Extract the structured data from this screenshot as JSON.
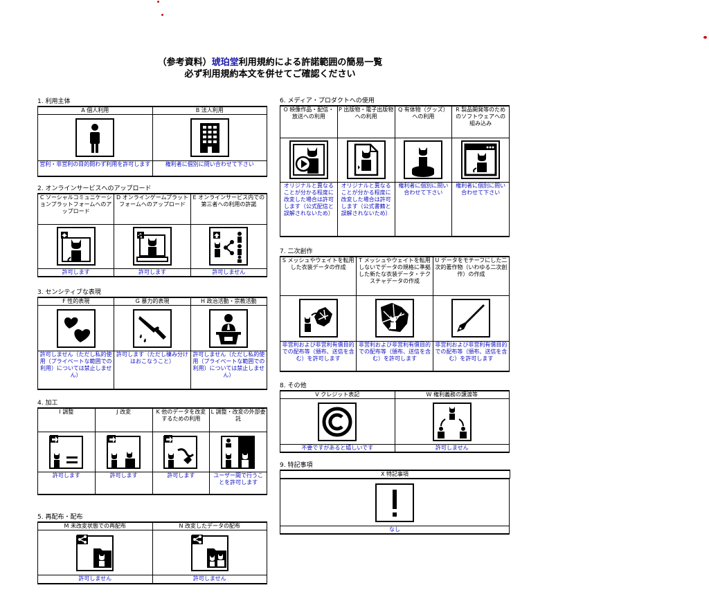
{
  "title": {
    "line1_prefix": "（参考資料）",
    "line1_highlight": "琥珀堂",
    "line1_suffix": "利用規約による許諾範囲の簡易一覧",
    "line2": "必ず利用規約本文を併せてご確認ください"
  },
  "sections": [
    {
      "heading": "1. 利用主体",
      "items": [
        {
          "label": "A 個人利用",
          "icon": "person-icon",
          "note": "営利・非営利の目的問わず利用を許可します"
        },
        {
          "label": "B 法人利用",
          "icon": "building-icon",
          "note": "権利者に個別に問い合わせて下さい"
        }
      ]
    },
    {
      "heading": "2. オンラインサービスへのアップロード",
      "items": [
        {
          "label": "C ソーシャルコミュニケーションプラットフォームへのアップロード",
          "icon": "upload-sns-icon",
          "note": "許可します"
        },
        {
          "label": "D オンラインゲームプラットフォームへのアップロード",
          "icon": "upload-game-icon",
          "note": "許可します"
        },
        {
          "label": "E オンラインサービス内での第三者への利用の許諾",
          "icon": "share-third-party-icon",
          "note": "許可しません"
        }
      ]
    },
    {
      "heading": "3. センシティブな表現",
      "items": [
        {
          "label": "F 性的表現",
          "icon": "hearts-icon",
          "note": "許可しません（ただし私的使用（プライベートな範囲での利用）については禁止しません）"
        },
        {
          "label": "G 暴力的表現",
          "icon": "knife-icon",
          "note": "許可します（ただし棲み分けはおこなうこと）"
        },
        {
          "label": "H 政治活動・宗教活動",
          "icon": "podium-icon",
          "note": "許可しません（ただし私的使用（プライベートな範囲での利用）については禁止しません）"
        }
      ]
    },
    {
      "heading": "4. 加工",
      "items": [
        {
          "label": "I 調整",
          "icon": "adjust-icon",
          "note": "許可します"
        },
        {
          "label": "J 改変",
          "icon": "modify-icon",
          "note": "許可します"
        },
        {
          "label": "K 他のデータを改変するための利用",
          "icon": "use-for-modify-icon",
          "note": "許可します"
        },
        {
          "label": "L 調整・改変の外部委託",
          "icon": "outsource-icon",
          "note": "ユーザー間で行うことを許可します"
        }
      ]
    },
    {
      "heading": "5. 再配布・配布",
      "items": [
        {
          "label": "M 未改変状態での再配布",
          "icon": "redistribute-icon",
          "note": "許可しません"
        },
        {
          "label": "N 改変したデータの配布",
          "icon": "distribute-modified-icon",
          "note": "許可しません"
        }
      ]
    },
    {
      "heading": "6. メディア・プロダクトへの使用",
      "items": [
        {
          "label": "O 映像作品・配信・放送への利用",
          "icon": "video-icon",
          "note": "オリジナルと異なることが分かる程度に改変した場合は許可します（公式配信と誤解されないため）"
        },
        {
          "label": "P 出版物・電子出版物への利用",
          "icon": "publication-icon",
          "note": "オリジナルと異なることが分かる程度に改変した場合は許可します（公式書籍と誤解されないため）"
        },
        {
          "label": "Q 有体物（グッズ）への利用",
          "icon": "goods-icon",
          "note": "権利者に個別に問い合わせて下さい"
        },
        {
          "label": "R 製品開発等のためのソフトウェアへの組み込み",
          "icon": "software-icon",
          "note": "権利者に個別に問い合わせて下さい"
        }
      ]
    },
    {
      "heading": "7. 二次創作",
      "items": [
        {
          "label": "S メッシュやウェイトを転用した衣装データの作成",
          "icon": "mesh-reuse-icon",
          "note": "非営利および非営利有償目的での配布等（頒布、送信を含む）を許可します"
        },
        {
          "label": "T メッシュやウェイトを転用しないでデータの規格に準拠した新たな衣装データ・テクスチャデータの作成",
          "icon": "new-costume-icon",
          "note": "非営利および非営利有償目的での配布等（頒布、送信を含む）を許可します"
        },
        {
          "label": "U データをモチーフにした二次的著作物（いわゆる二次創作）の作成",
          "icon": "pen-icon",
          "note": "非営利および非営利有償目的での配布等（頒布、送信を含む）を許可します"
        }
      ]
    },
    {
      "heading": "8. その他",
      "items": [
        {
          "label": "V クレジット表記",
          "icon": "copyright-icon",
          "note": "不要ですがあると嬉しいです"
        },
        {
          "label": "W 権利義務の譲渡等",
          "icon": "transfer-rights-icon",
          "note": "許可しません"
        }
      ]
    },
    {
      "heading": "9. 特記事項",
      "items": [
        {
          "label": "X 特記事項",
          "icon": "exclamation-icon",
          "note": "なし"
        }
      ]
    }
  ],
  "colors": {
    "accent_text": "#1010c0",
    "title_highlight": "#1a1aa8",
    "red_marks": "#d01010"
  }
}
